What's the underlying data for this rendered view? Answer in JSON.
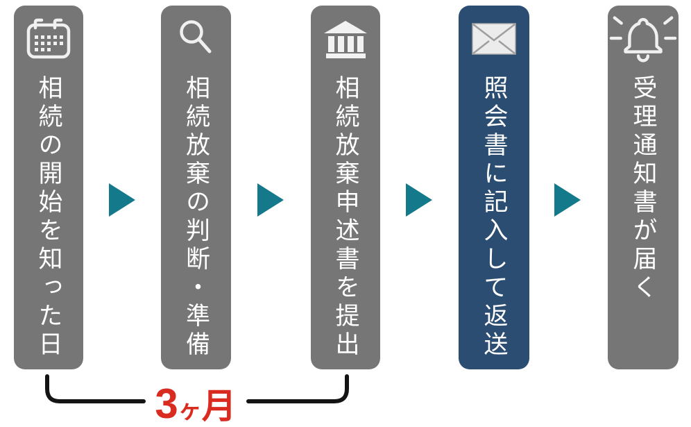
{
  "diagram": {
    "type": "process-flow",
    "steps": [
      {
        "label": "相続の開始を知った日",
        "icon": "calendar-icon",
        "variant": "gray"
      },
      {
        "label": "相続放棄の判断・準備",
        "icon": "search-icon",
        "variant": "gray"
      },
      {
        "label": "相続放棄申述書を提出",
        "icon": "courthouse-icon",
        "variant": "gray"
      },
      {
        "label": "照会書に記入して返送",
        "icon": "envelope-icon",
        "variant": "blue"
      },
      {
        "label": "受理通知書が届く",
        "icon": "bell-icon",
        "variant": "gray"
      }
    ],
    "duration": {
      "number": "3",
      "counter": "ヶ",
      "unit": "月",
      "full_label": "3ヶ月"
    }
  },
  "colors": {
    "pillar_gray": "#767676",
    "pillar_blue": "#2b4d72",
    "arrow_teal": "#15798c",
    "duration_red": "#d92b20",
    "bracket_black": "#141414"
  }
}
